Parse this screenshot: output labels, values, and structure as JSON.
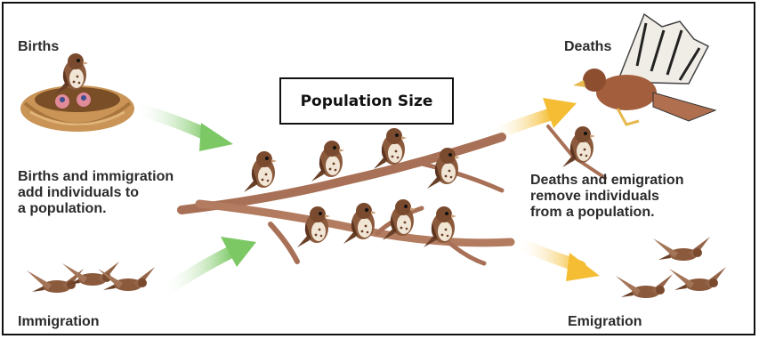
{
  "diagram": {
    "title": "Population Size",
    "labels": {
      "births": "Births",
      "deaths": "Deaths",
      "immigration": "Immigration",
      "emigration": "Emigration"
    },
    "captions": {
      "add": [
        "Births and immigration",
        "add individuals to",
        "a population."
      ],
      "remove": [
        "Deaths and emigration",
        "remove individuals",
        "from a population."
      ]
    },
    "arrow_colors": {
      "inflow": "#8fd07a",
      "outflow": "#f6c84a"
    }
  }
}
